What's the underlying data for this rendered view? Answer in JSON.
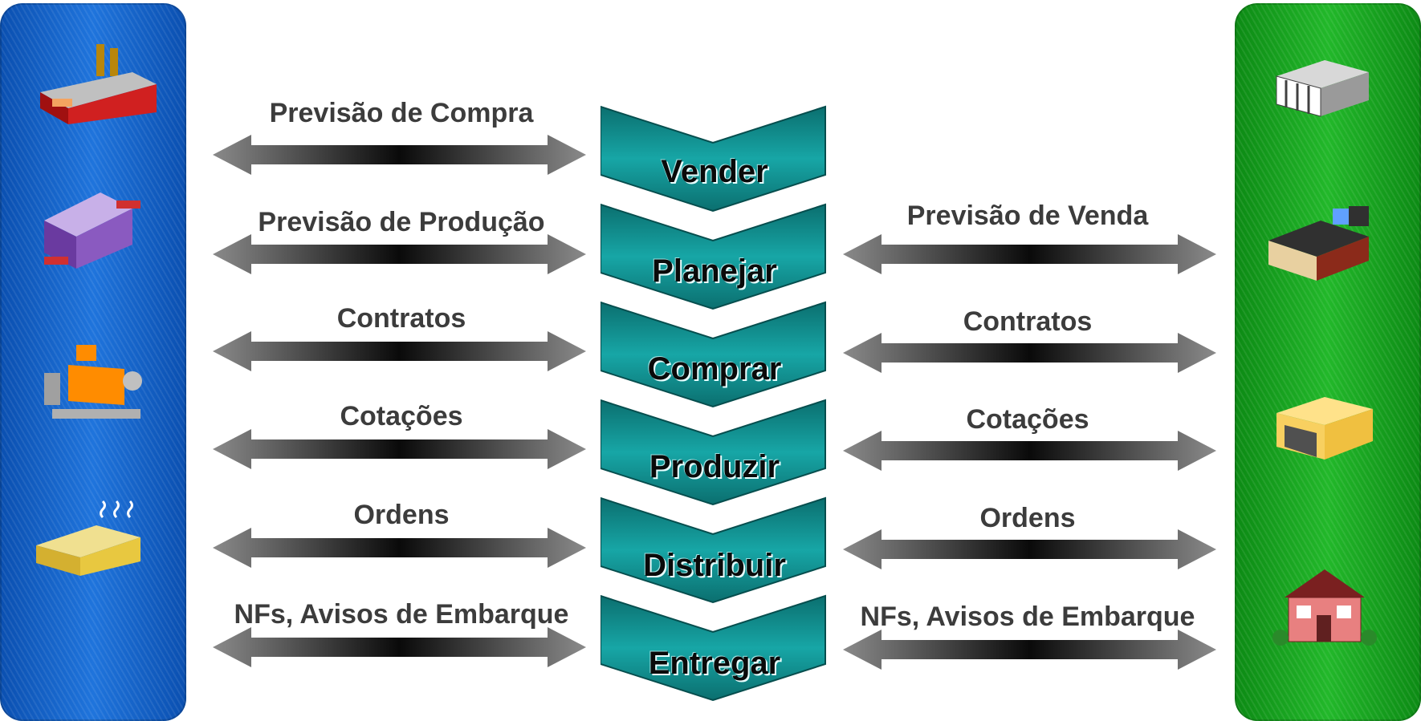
{
  "left_flows": [
    "Previsão de Compra",
    "Previsão de Produção",
    "Contratos",
    "Cotações",
    "Ordens",
    "NFs, Avisos de Embarque"
  ],
  "right_flows": [
    "Previsão de Venda",
    "Contratos",
    "Cotações",
    "Ordens",
    "NFs, Avisos de Embarque"
  ],
  "steps": [
    "Vender",
    "Planejar",
    "Comprar",
    "Produzir",
    "Distribuir",
    "Entregar"
  ],
  "colors": {
    "supplier_panel": "#1f74dc",
    "customer_panel": "#22b82a",
    "step_chevron": "#0e8585",
    "flow_text": "#3c3c3c"
  },
  "icons": {
    "supplier_icons": [
      "factory-icon",
      "distribution-center-icon",
      "plant-icon",
      "mill-icon"
    ],
    "customer_icons": [
      "office-building-icon",
      "store-icon",
      "warehouse-icon",
      "house-icon"
    ]
  }
}
